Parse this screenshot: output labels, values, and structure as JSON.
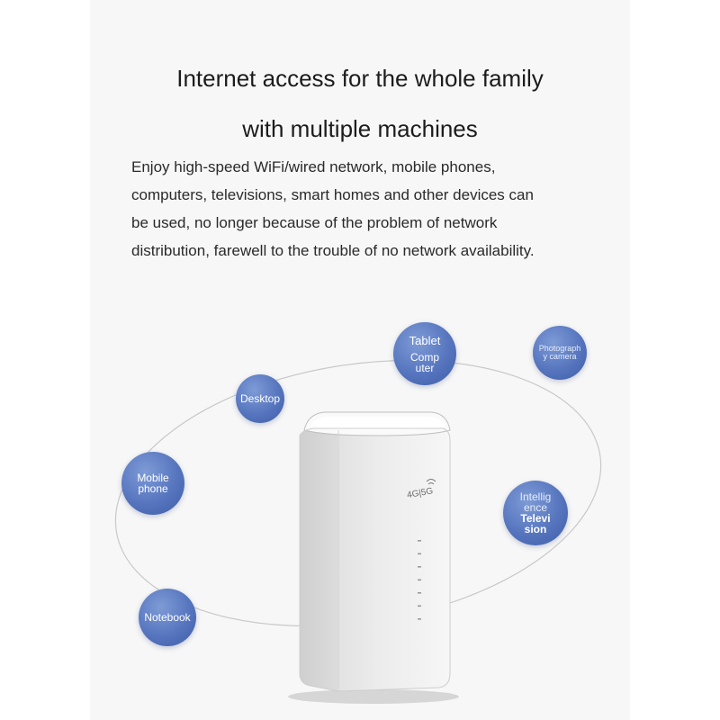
{
  "headline": {
    "line1": "Internet access for the whole family",
    "line2": "with multiple machines"
  },
  "description": {
    "lines": [
      "Enjoy high-speed WiFi/wired network, mobile phones,",
      "computers, televisions, smart homes and other devices can",
      "be used, no longer because of the problem of network",
      "distribution, farewell to the trouble of no network availability."
    ]
  },
  "devices": {
    "tablet_computer": [
      "Tablet",
      "Comp",
      "uter"
    ],
    "photography_camera": [
      "Photograph",
      "y camera"
    ],
    "desktop": [
      "Desktop"
    ],
    "mobile_phone": [
      "Mobile",
      "phone"
    ],
    "intelligence_television": [
      "Intellig",
      "ence",
      "Televi",
      "sion"
    ],
    "notebook": [
      "Notebook"
    ]
  },
  "router": {
    "badge": "4G|5G",
    "indicator_light_count": 7
  },
  "colors": {
    "bubble": "#5675be",
    "orbit": "#c9c9c9"
  }
}
